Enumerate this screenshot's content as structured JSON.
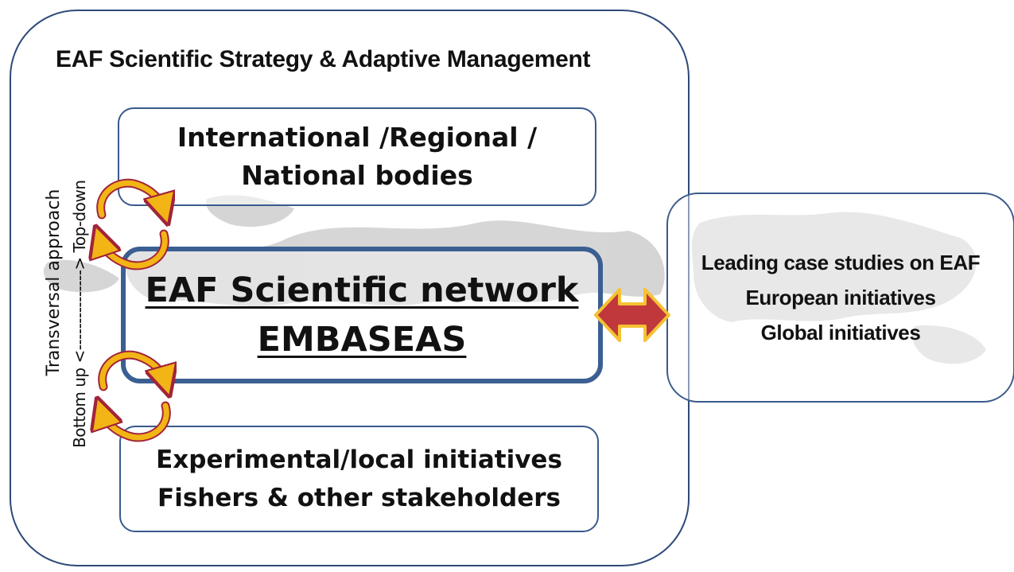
{
  "outer": {
    "title": "EAF Scientific Strategy & Adaptive Management",
    "side_label": "Transversal approach"
  },
  "axis": {
    "label": "Bottom up <---------------> Top-down"
  },
  "boxes": {
    "top": {
      "lines": [
        "International /Regional /",
        "National bodies"
      ]
    },
    "center": {
      "lines": [
        "EAF Scientific network",
        "EMBASEAS"
      ]
    },
    "bottom": {
      "lines": [
        "Experimental/local initiatives",
        "Fishers & other stakeholders"
      ]
    },
    "right": {
      "lines": [
        "Leading case studies on EAF",
        "European initiatives",
        "Global initiatives"
      ]
    }
  },
  "colors": {
    "frame": "#2f4a7a",
    "center_border": "#3b5f92",
    "cycle_arrow": "#f2b515",
    "cycle_arrow_edge": "#a0243a",
    "double_arrow": "#c0373c",
    "double_arrow_edge": "#f5c233",
    "map": "#c4c4c4"
  }
}
